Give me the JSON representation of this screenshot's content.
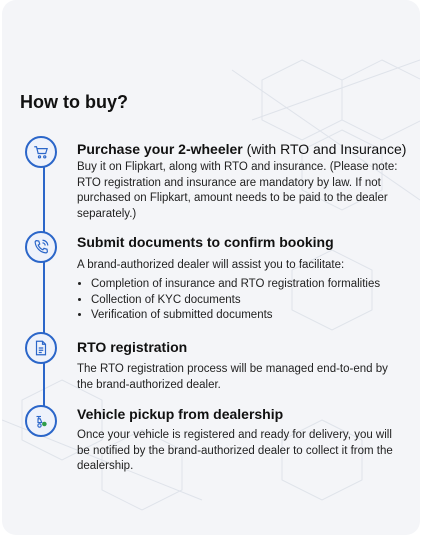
{
  "section": {
    "title": "How to buy?"
  },
  "steps": [
    {
      "icon": "cart-icon",
      "title": "Purchase your 2-wheeler",
      "title_suffix": " (with RTO and Insurance)",
      "description": "Buy it on Flipkart, along with RTO and insurance. (Please note: RTO registration and insurance are mandatory by law. If not purchased on Flipkart, amount needs to be paid to the dealer separately.)"
    },
    {
      "icon": "phone-icon",
      "title": "Submit documents to confirm booking",
      "description": "A brand-authorized dealer will assist you to facilitate:",
      "bullets": [
        "Completion of insurance and RTO registration formalities",
        "Collection of KYC documents",
        "Verification of submitted documents"
      ]
    },
    {
      "icon": "document-icon",
      "title": "RTO registration",
      "description": "The RTO registration process will be managed end-to-end by the brand-authorized dealer."
    },
    {
      "icon": "scooter-icon",
      "title": "Vehicle pickup from dealership",
      "description": "Once your vehicle is registered and ready for delivery, you will be notified by the brand-authorized dealer to collect it from the dealership."
    }
  ],
  "colors": {
    "accent": "#2b66c9",
    "card_background": "#f4f5f8",
    "status_dot": "#2e9d48"
  }
}
